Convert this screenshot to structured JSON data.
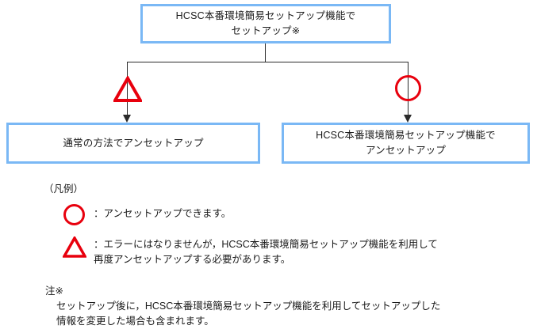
{
  "diagram": {
    "type": "flowchart",
    "colors": {
      "box_border": "#7ab8f5",
      "marker_red": "#e8000d",
      "connector": "#2b2b2b",
      "text": "#1a1a1a",
      "background": "#ffffff"
    },
    "top_box": {
      "label": "HCSC本番環境簡易セットアップ機能で\nセットアップ※"
    },
    "branches": [
      {
        "marker": "triangle",
        "box_label": "通常の方法でアンセットアップ"
      },
      {
        "marker": "circle",
        "box_label": "HCSC本番環境簡易セットアップ機能で\nアンセットアップ"
      }
    ]
  },
  "legend": {
    "title": "（凡例）",
    "entries": [
      {
        "symbol": "circle",
        "text": "：アンセットアップできます。"
      },
      {
        "symbol": "triangle",
        "text": "：エラーにはなりませんが，HCSC本番環境簡易セットアップ機能を利用して\n再度アンセットアップする必要があります。"
      }
    ]
  },
  "footnote": {
    "marker": "注※",
    "text": "セットアップ後に，HCSC本番環境簡易セットアップ機能を利用してセットアップした\n情報を変更した場合も含まれます。"
  }
}
